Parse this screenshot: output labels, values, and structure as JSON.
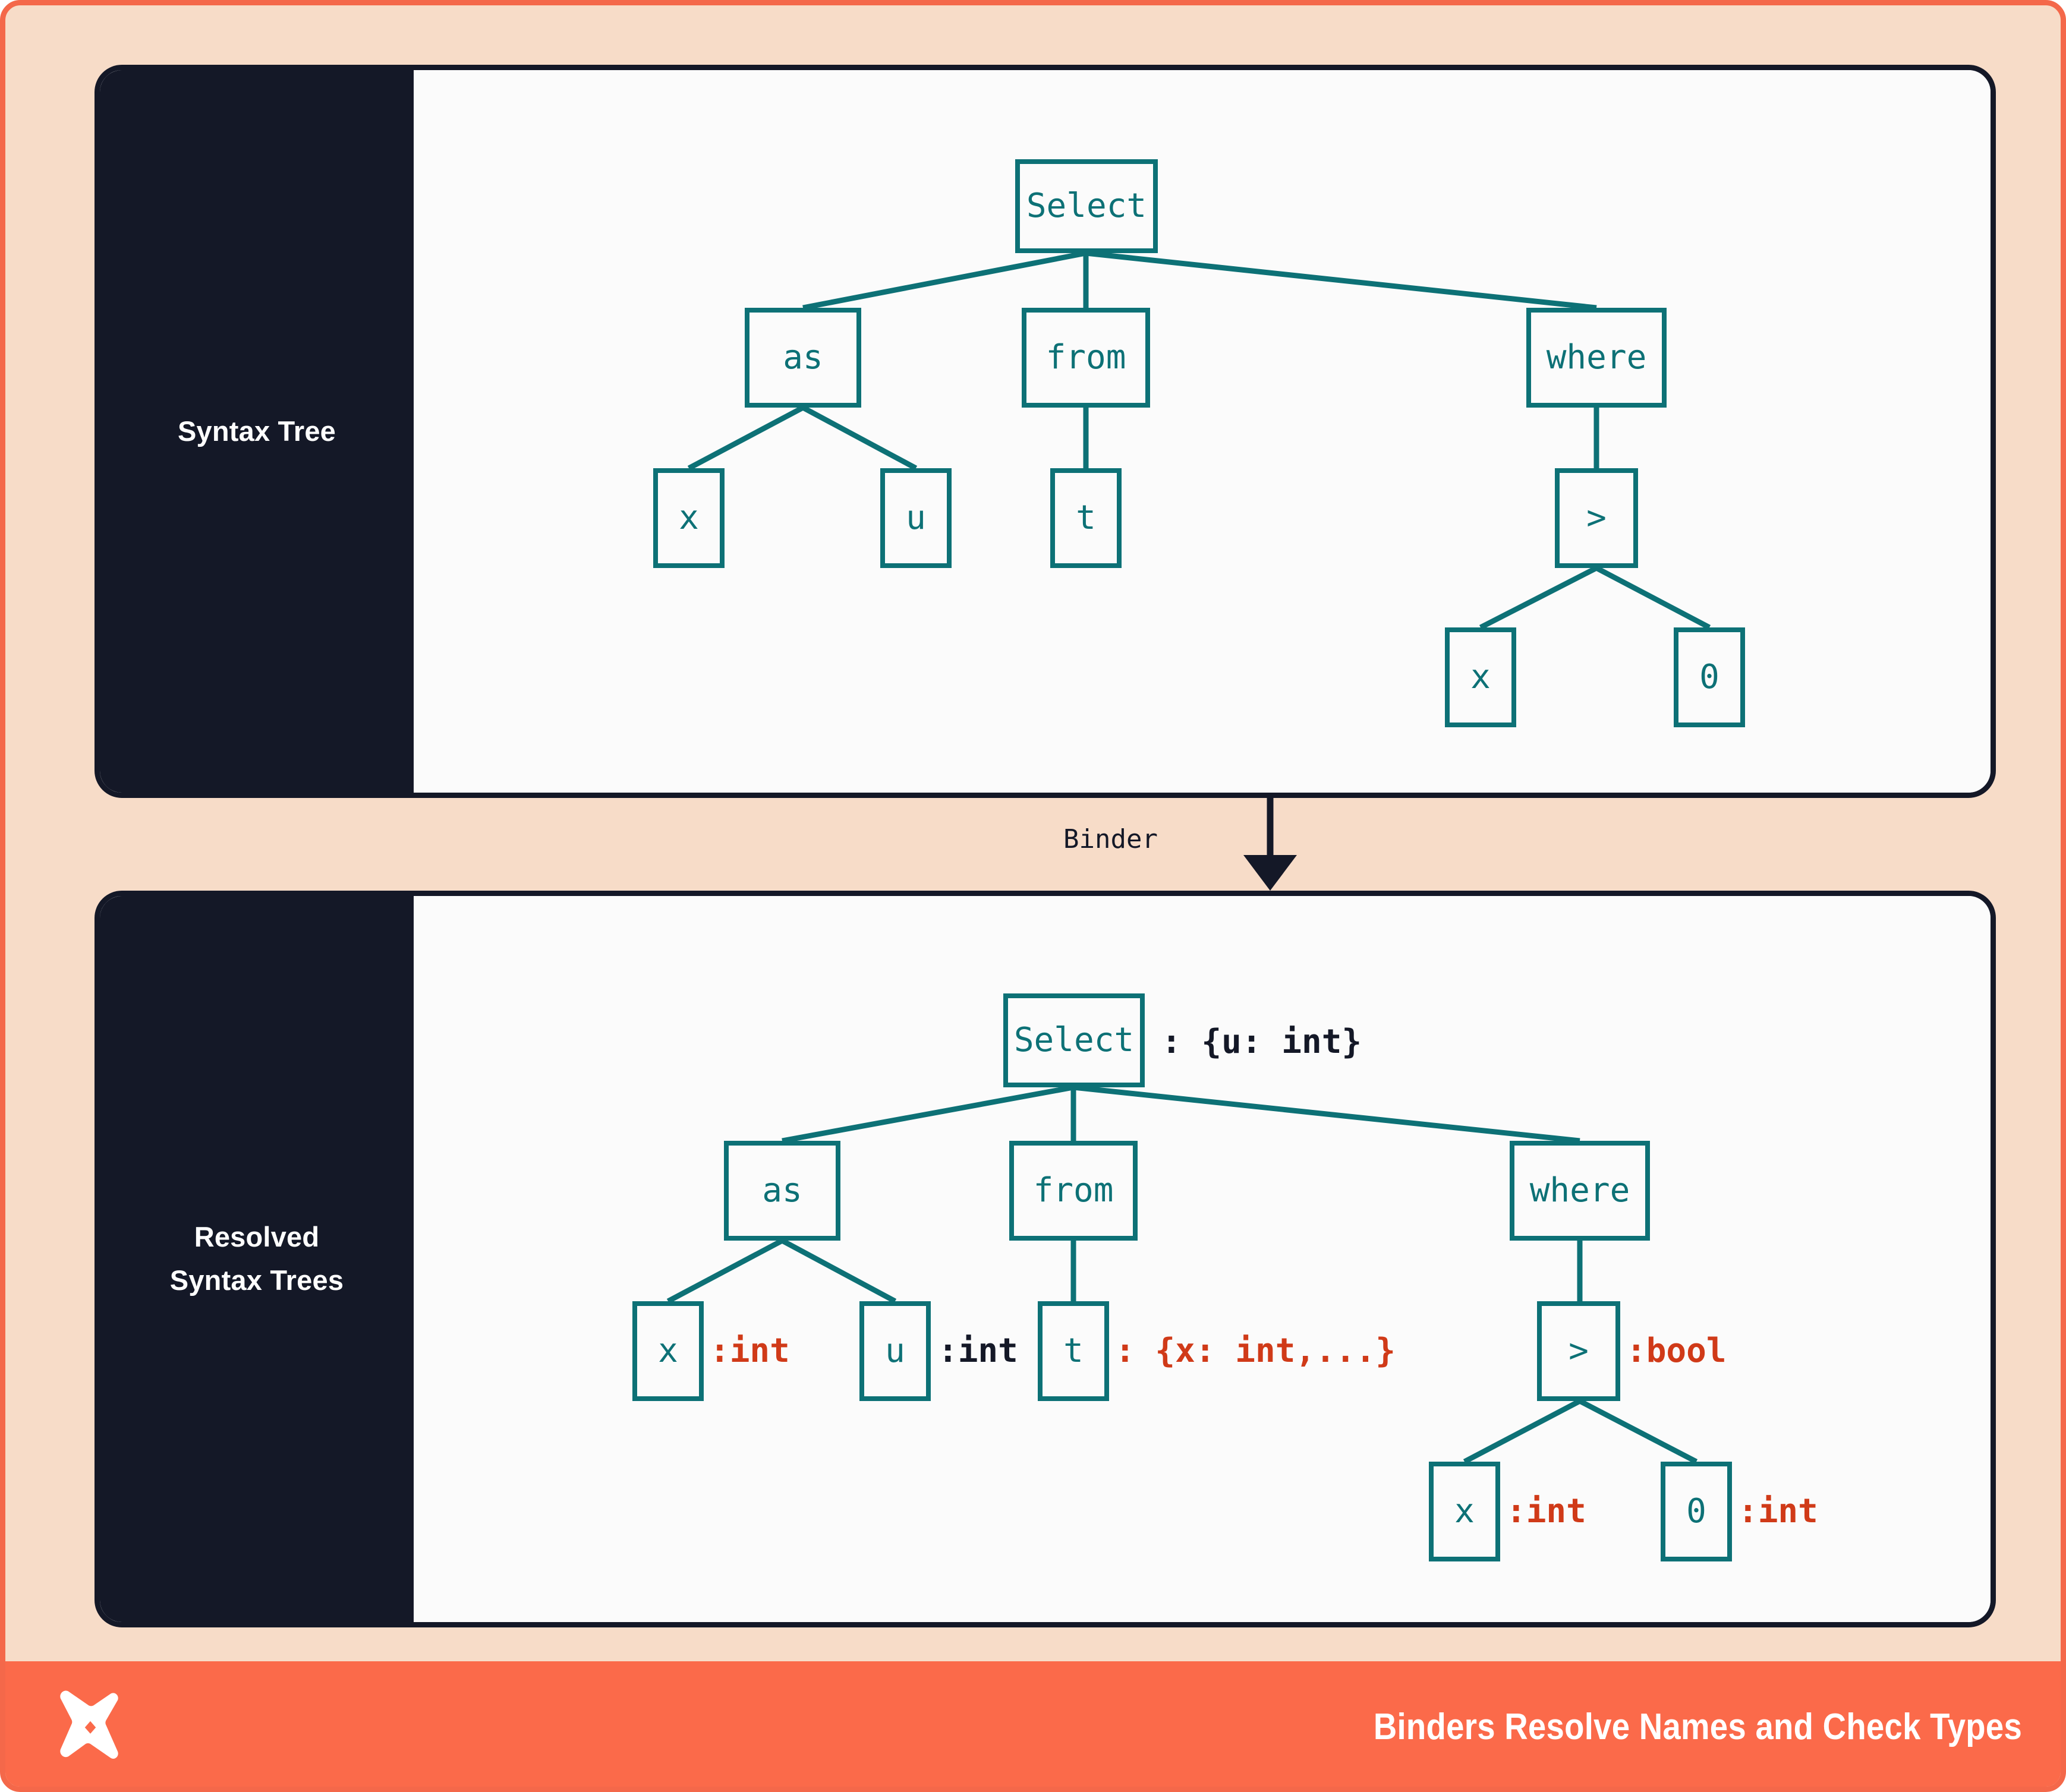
{
  "theme": {
    "frame_border": "#f4684a",
    "page_background": "#f7dcc8",
    "panel_background": "#fbfbfb",
    "panel_border": "#141827",
    "sidebar_background": "#141827",
    "node_stroke": "#0d7176",
    "node_text": "#0d7176",
    "annotation_dark": "#141827",
    "annotation_red": "#d03a18",
    "footer_background": "#fb6a4a",
    "footer_text": "#ffffff"
  },
  "panels": [
    {
      "id": "syntax-tree",
      "sidebar_label": "Syntax Tree",
      "nodes": [
        {
          "id": "select",
          "label": "Select"
        },
        {
          "id": "as",
          "label": "as"
        },
        {
          "id": "from",
          "label": "from"
        },
        {
          "id": "where",
          "label": "where"
        },
        {
          "id": "as-x",
          "label": "x"
        },
        {
          "id": "as-u",
          "label": "u"
        },
        {
          "id": "from-t",
          "label": "t"
        },
        {
          "id": "gt",
          "label": ">"
        },
        {
          "id": "gt-x",
          "label": "x"
        },
        {
          "id": "gt-0",
          "label": "0"
        }
      ]
    },
    {
      "id": "resolved-syntax-trees",
      "sidebar_label": "Resolved\nSyntax Trees",
      "sidebar_label_line1": "Resolved",
      "sidebar_label_line2": "Syntax Trees",
      "nodes": [
        {
          "id": "select",
          "label": "Select",
          "annotation": ": {u: int}",
          "annotation_color": "dark"
        },
        {
          "id": "as",
          "label": "as",
          "annotation": "",
          "annotation_color": ""
        },
        {
          "id": "from",
          "label": "from",
          "annotation": "",
          "annotation_color": ""
        },
        {
          "id": "where",
          "label": "where",
          "annotation": "",
          "annotation_color": ""
        },
        {
          "id": "as-x",
          "label": "x",
          "annotation": ":int",
          "annotation_color": "red"
        },
        {
          "id": "as-u",
          "label": "u",
          "annotation": ":int",
          "annotation_color": "dark"
        },
        {
          "id": "from-t",
          "label": "t",
          "annotation": ": {x: int,...}",
          "annotation_color": "red"
        },
        {
          "id": "gt",
          "label": ">",
          "annotation": ":bool",
          "annotation_color": "red"
        },
        {
          "id": "gt-x",
          "label": "x",
          "annotation": ":int",
          "annotation_color": "red"
        },
        {
          "id": "gt-0",
          "label": "0",
          "annotation": ":int",
          "annotation_color": "red"
        }
      ]
    }
  ],
  "binder": {
    "label": "Binder"
  },
  "footer": {
    "caption": "Binders Resolve Names and Check Types",
    "logo_name": "brand-x-logo"
  }
}
